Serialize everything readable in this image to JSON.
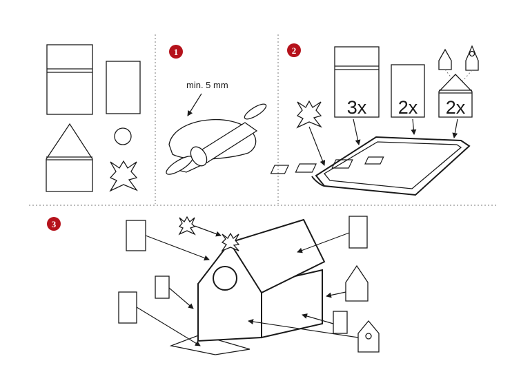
{
  "steps": {
    "step1": {
      "badge": "1",
      "label": "min. 5 mm"
    },
    "step2": {
      "badge": "2",
      "count_a": "3x",
      "count_b": "2x",
      "count_c": "2x"
    },
    "step3": {
      "badge": "3"
    }
  },
  "colors": {
    "badge": "#b5121b",
    "ink": "#1a1a1a",
    "divider": "#666666"
  },
  "icons": [
    "rolling-pin-icon",
    "baking-tray-icon",
    "star-cutout-icon",
    "gingerbread-house-icon"
  ]
}
